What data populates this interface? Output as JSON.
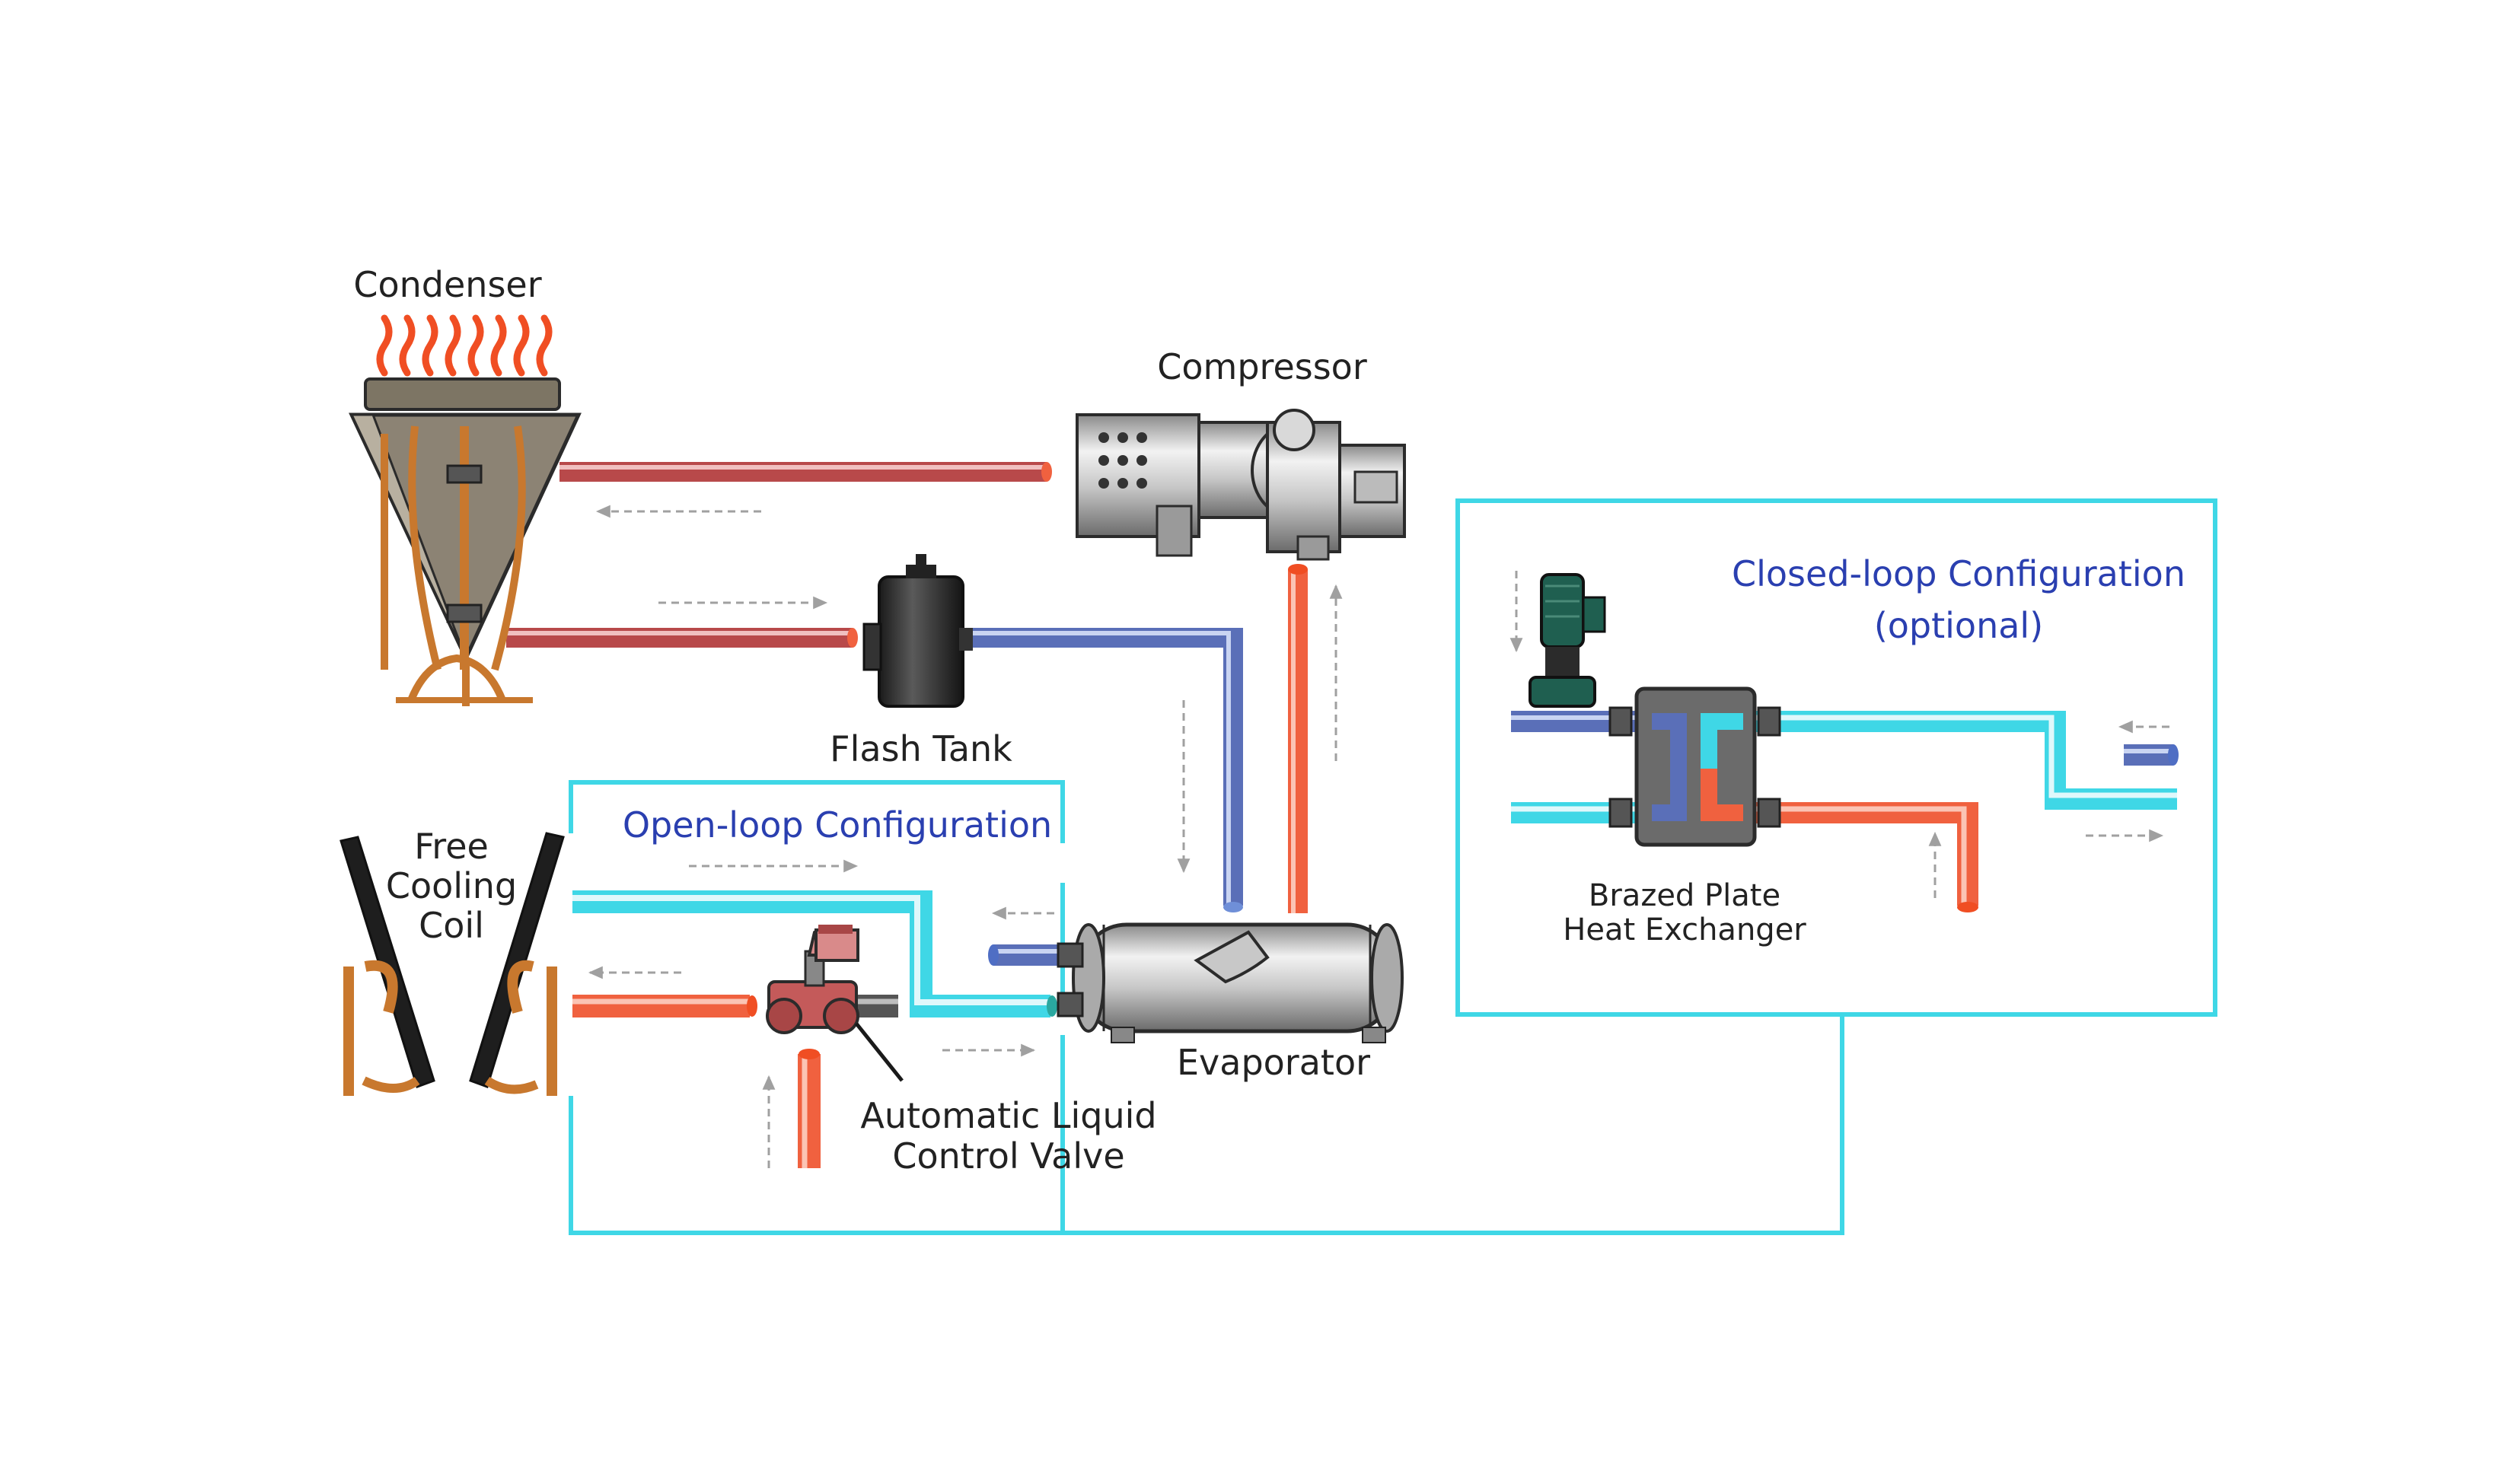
{
  "labels": {
    "condenser": "Condenser",
    "compressor": "Compressor",
    "flash_tank": "Flash Tank",
    "free_cooling_coil": [
      "Free",
      "Cooling",
      "Coil"
    ],
    "open_loop": "Open-loop Configuration",
    "evaporator": "Evaporator",
    "valve": [
      "Automatic Liquid",
      "Control Valve"
    ],
    "closed_loop": [
      "Closed-loop Configuration",
      "(optional)"
    ],
    "heat_exchanger": [
      "Brazed Plate",
      "Heat Exchanger"
    ]
  },
  "colors": {
    "hot_pipe": "#f0613f",
    "hot_pipe_dark": "#b8494a",
    "cold_pipe": "#6f8fd8",
    "chilled_pipe": "#5fe3f0",
    "boundary": "#3fd7e6",
    "label_blue": "#2a3fb0",
    "copper": "#c8782e",
    "flame": "#f04e23",
    "arrow": "#a0a0a0"
  }
}
